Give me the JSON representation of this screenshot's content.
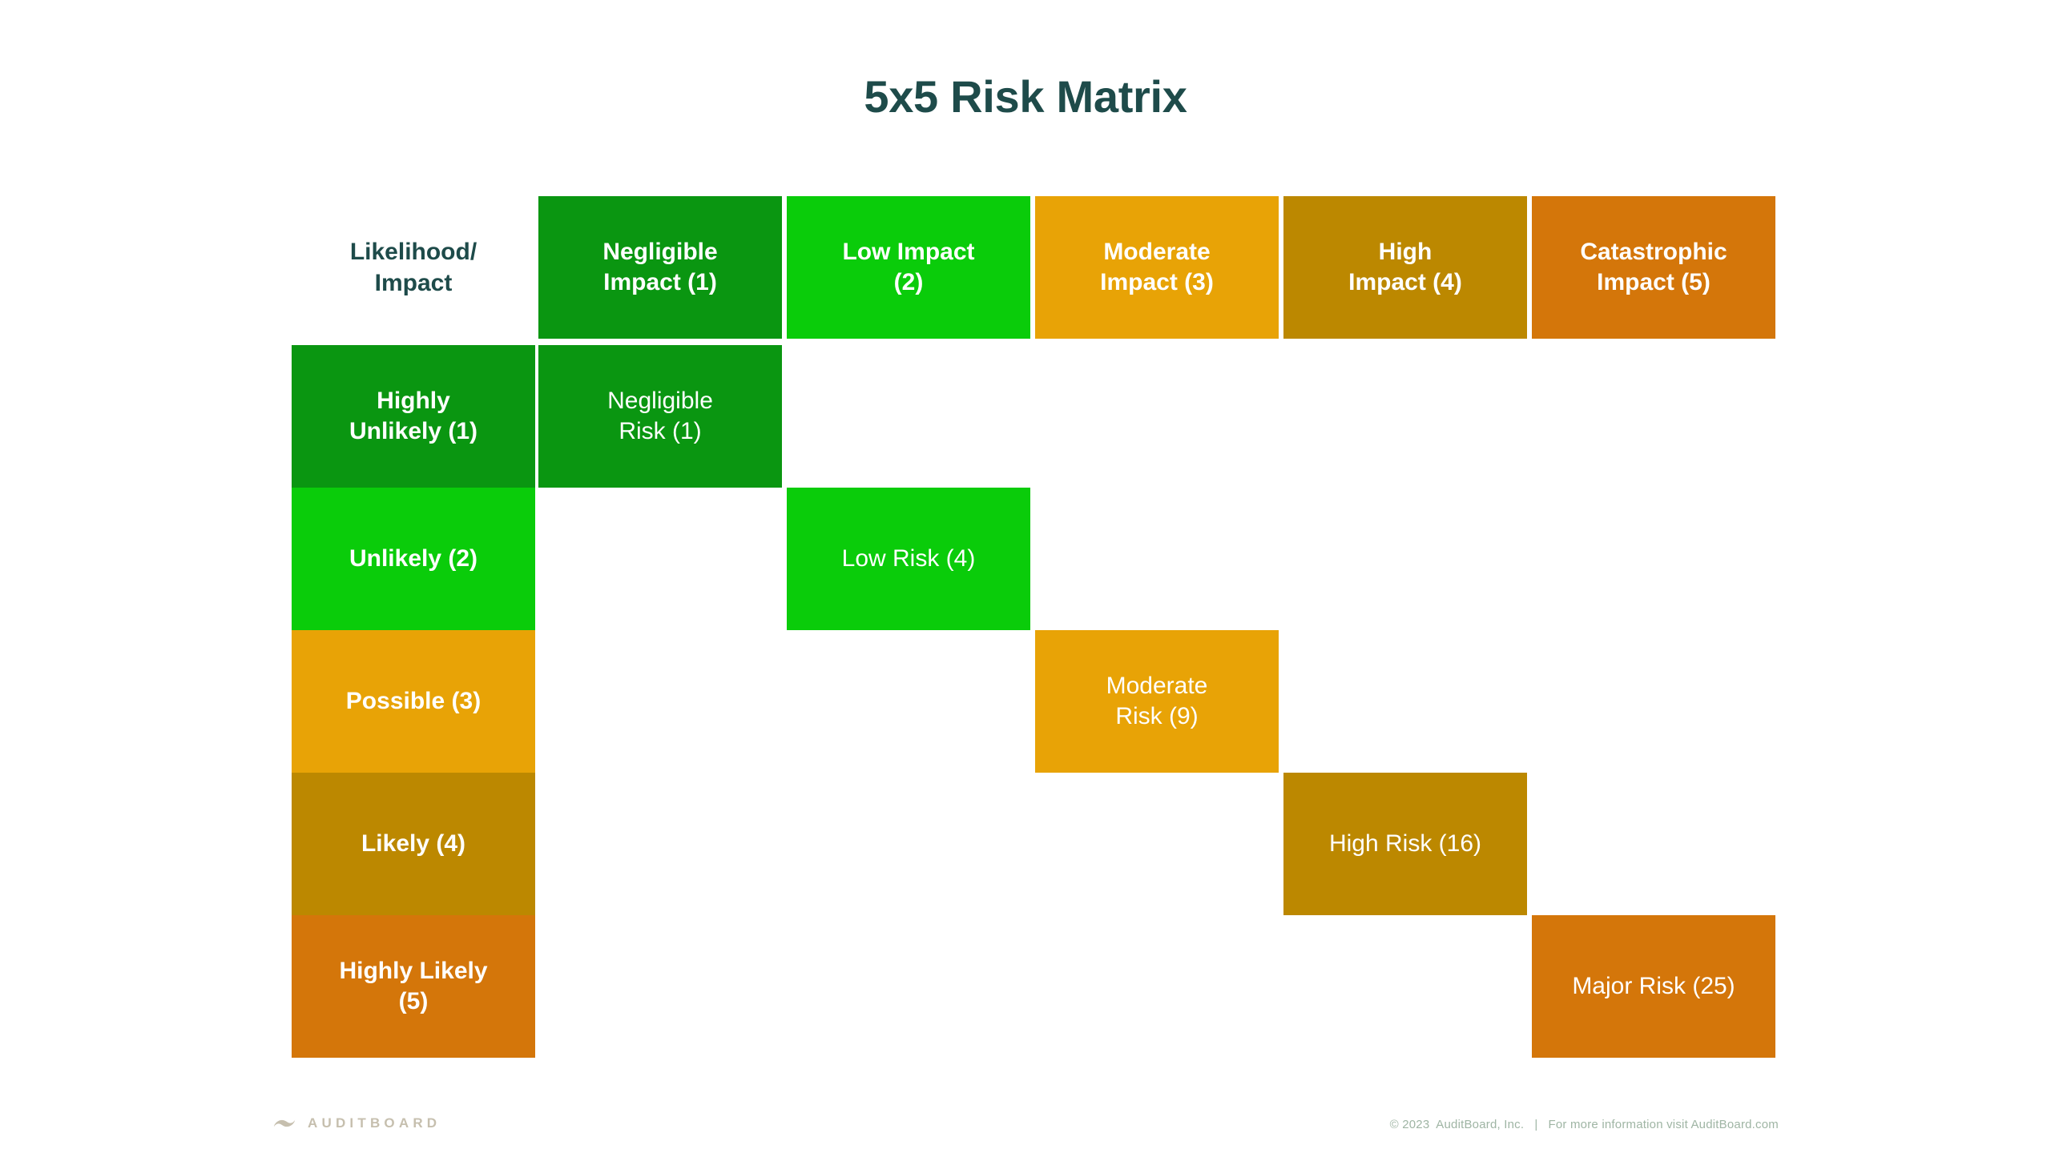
{
  "title": "5x5 Risk Matrix",
  "matrix": {
    "corner_label": "Likelihood/\nImpact",
    "column_headers": [
      {
        "label": "Negligible\nImpact (1)",
        "color": "#0A9611",
        "score": 1
      },
      {
        "label": "Low Impact\n(2)",
        "color": "#0ACC0A",
        "score": 2
      },
      {
        "label": "Moderate\nImpact (3)",
        "color": "#E8A306",
        "score": 3
      },
      {
        "label": "High\nImpact (4)",
        "color": "#BC8800",
        "score": 4
      },
      {
        "label": "Catastrophic\nImpact (5)",
        "color": "#D4760A",
        "score": 5
      }
    ],
    "row_headers": [
      {
        "label": "Highly\nUnlikely (1)",
        "color": "#0A9611",
        "score": 1
      },
      {
        "label": "Unlikely (2)",
        "color": "#0ACC0A",
        "score": 2
      },
      {
        "label": "Possible (3)",
        "color": "#E8A306",
        "score": 3
      },
      {
        "label": "Likely (4)",
        "color": "#BC8800",
        "score": 4
      },
      {
        "label": "Highly Likely\n(5)",
        "color": "#D4760A",
        "score": 5
      }
    ],
    "cells": [
      {
        "label": "Negligible\nRisk (1)",
        "color": "#0A9611",
        "row": 1,
        "col": 1,
        "value": 1
      },
      {
        "label": "Low Risk (4)",
        "color": "#0ACC0A",
        "row": 2,
        "col": 2,
        "value": 4
      },
      {
        "label": "Moderate\nRisk (9)",
        "color": "#E8A306",
        "row": 3,
        "col": 3,
        "value": 9
      },
      {
        "label": "High Risk (16)",
        "color": "#BC8800",
        "row": 4,
        "col": 4,
        "value": 16
      },
      {
        "label": "Major Risk (25)",
        "color": "#D4760A",
        "row": 5,
        "col": 5,
        "value": 25
      }
    ]
  },
  "chart_data": {
    "type": "heatmap",
    "title": "5x5 Risk Matrix",
    "xlabel": "Impact",
    "ylabel": "Likelihood",
    "x_categories": [
      "Negligible Impact (1)",
      "Low Impact (2)",
      "Moderate Impact (3)",
      "High Impact (4)",
      "Catastrophic Impact (5)"
    ],
    "y_categories": [
      "Highly Unlikely (1)",
      "Unlikely (2)",
      "Possible (3)",
      "Likely (4)",
      "Highly Likely (5)"
    ],
    "grid": false,
    "legend": "none",
    "points": [
      {
        "x": "Negligible Impact (1)",
        "y": "Highly Unlikely (1)",
        "value": 1,
        "label": "Negligible Risk (1)",
        "color": "#0A9611"
      },
      {
        "x": "Low Impact (2)",
        "y": "Unlikely (2)",
        "value": 4,
        "label": "Low Risk (4)",
        "color": "#0ACC0A"
      },
      {
        "x": "Moderate Impact (3)",
        "y": "Possible (3)",
        "value": 9,
        "label": "Moderate Risk (9)",
        "color": "#E8A306"
      },
      {
        "x": "High Impact (4)",
        "y": "Likely (4)",
        "value": 16,
        "label": "High Risk (16)",
        "color": "#BC8800"
      },
      {
        "x": "Catastrophic Impact (5)",
        "y": "Highly Likely (5)",
        "value": 25,
        "label": "Major Risk (25)",
        "color": "#D4760A"
      }
    ]
  },
  "footer": {
    "brand": "AUDITBOARD",
    "copyright": "© 2023  AuditBoard, Inc.   |   For more information visit AuditBoard.com"
  },
  "colors": {
    "title": "#1E4B4A",
    "negligible": "#0A9611",
    "low": "#0ACC0A",
    "moderate": "#E8A306",
    "high": "#BC8800",
    "catastrophic": "#D4760A",
    "background": "#ffffff"
  }
}
